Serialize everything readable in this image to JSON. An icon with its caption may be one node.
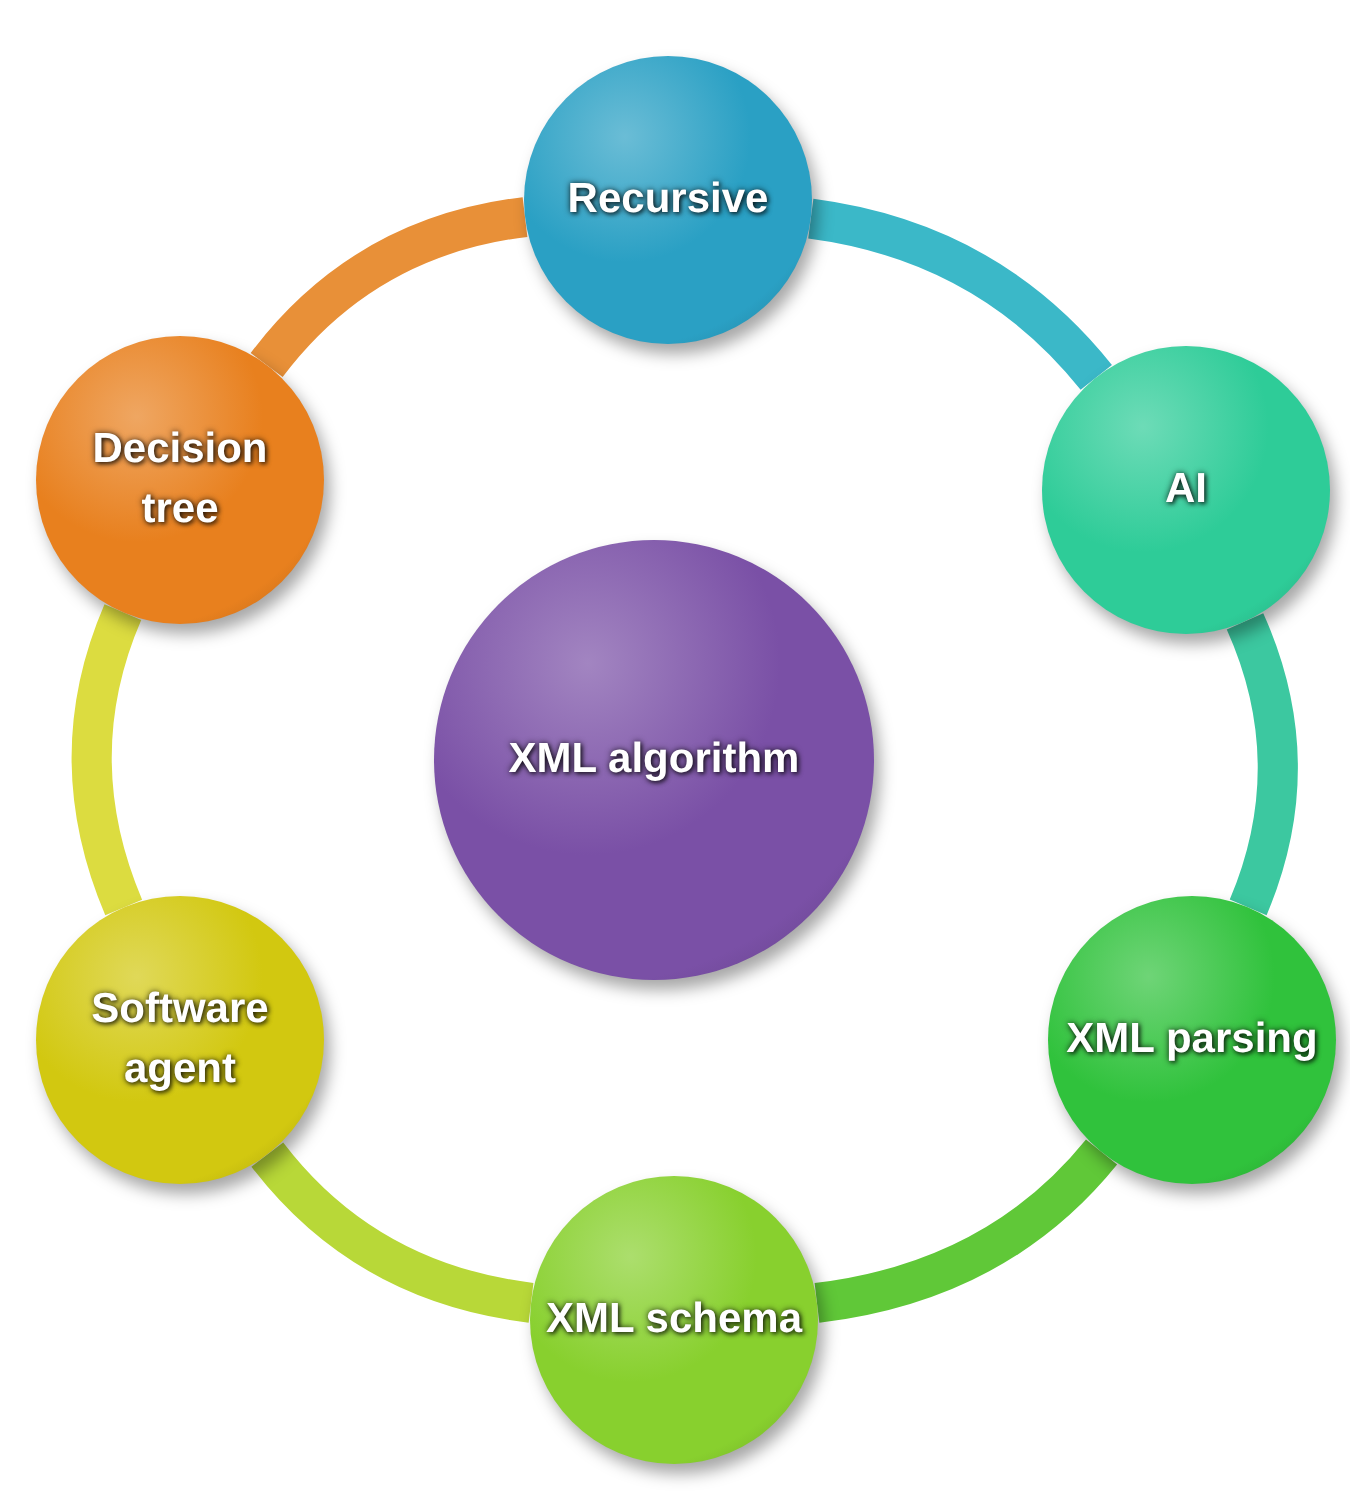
{
  "diagram": {
    "nodes": [
      {
        "text": [
          "Recursive"
        ]
      },
      {
        "text": [
          "Decision tree"
        ]
      },
      {
        "text": [
          "AI"
        ]
      },
      {
        "text": [
          "XML algorithm"
        ]
      },
      {
        "text": [
          "Software agent"
        ]
      },
      {
        "text": [
          "XML parsing"
        ]
      },
      {
        "text": [
          "XML schema"
        ]
      }
    ],
    "edges": [
      {
        "from": 0,
        "to": 2,
        "arrow": "none",
        "color": "#3bb8c8"
      },
      {
        "from": 2,
        "to": 5,
        "arrow": "none",
        "color": "#3cc8a0"
      },
      {
        "from": 5,
        "to": 6,
        "arrow": "none",
        "color": "#60c838"
      },
      {
        "from": 6,
        "to": 4,
        "arrow": "none",
        "color": "#b8d838"
      },
      {
        "from": 4,
        "to": 1,
        "arrow": "none",
        "color": "#dcdc40"
      },
      {
        "from": 1,
        "to": 0,
        "arrow": "none",
        "color": "#e89038"
      }
    ]
  }
}
